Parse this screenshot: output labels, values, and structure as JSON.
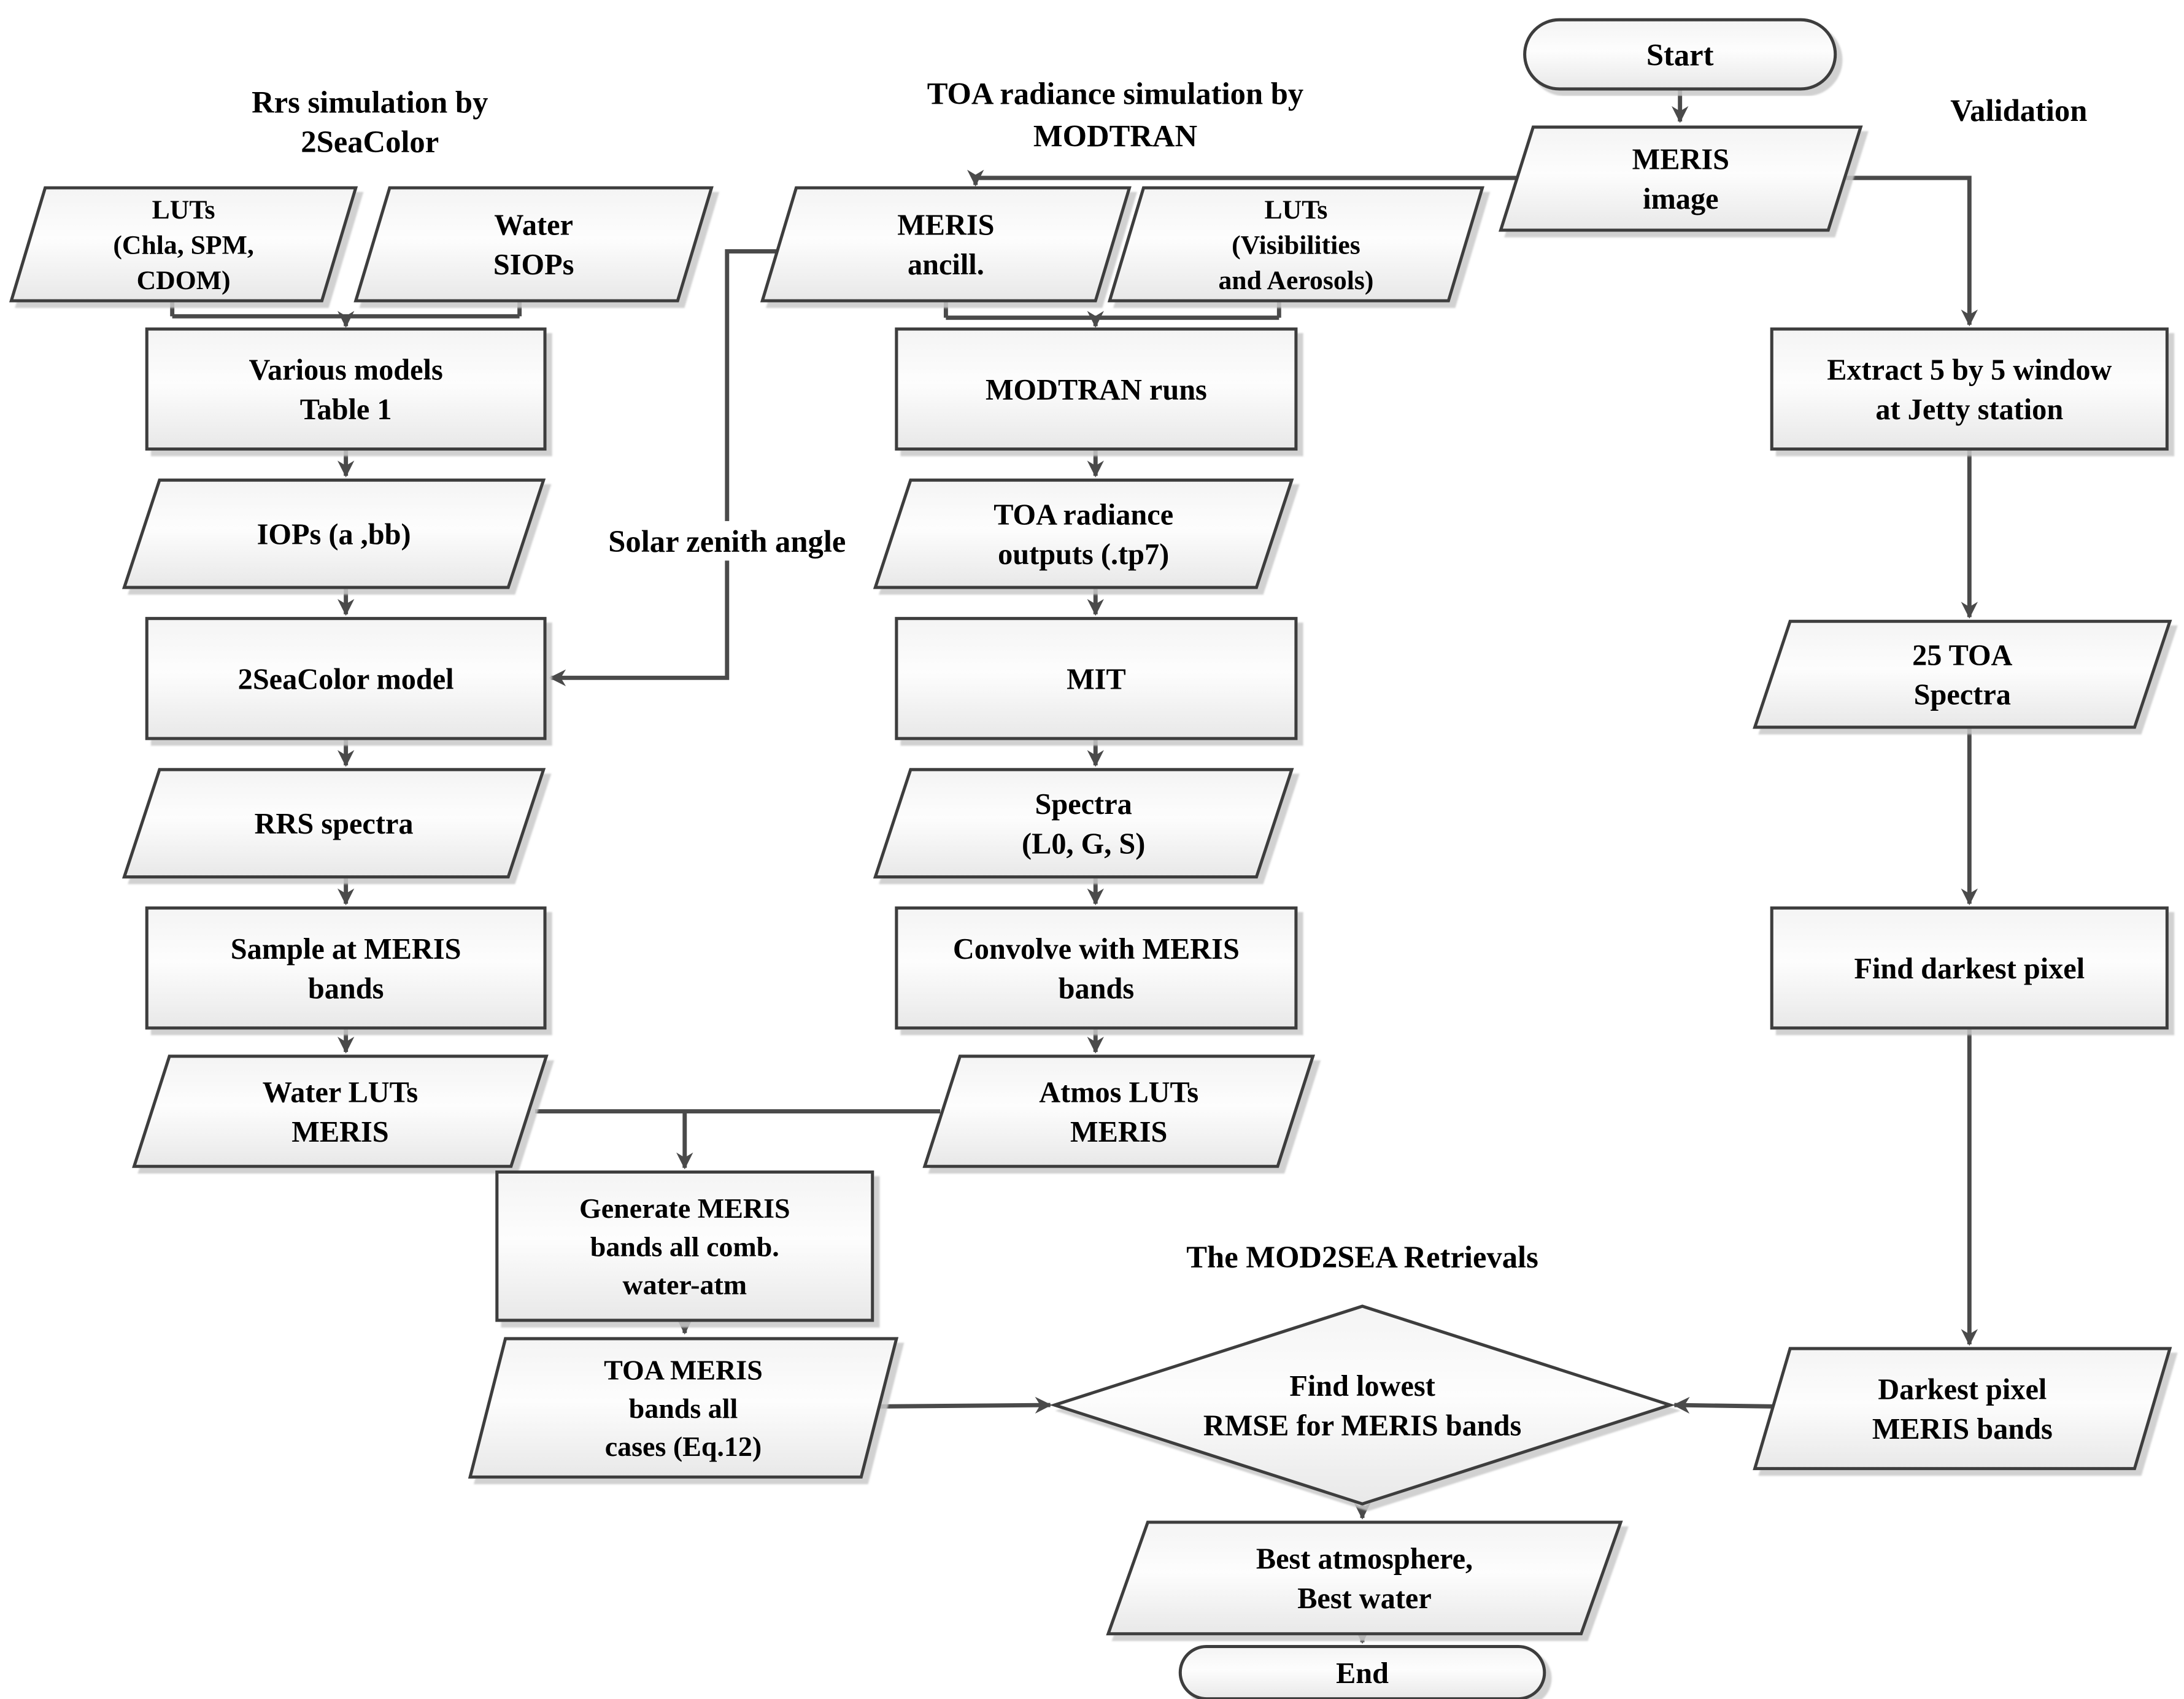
{
  "page": {
    "background": "#ffffff"
  },
  "colors": {
    "shape_fill_top": "#f6f6f6",
    "shape_fill_mid": "#fdfdfd",
    "shape_fill_bottom": "#e8e8e8",
    "shape_stroke": "#3d3d3d",
    "connector": "#4a4a4a",
    "text": "#000000",
    "shadow": "#c9c9c9",
    "background": "#ffffff"
  },
  "figure": {
    "kind": "flowchart",
    "section_titles": [
      {
        "id": "rrs-title",
        "lines": [
          "Rrs simulation by",
          "2SeaColor"
        ]
      },
      {
        "id": "toa-title",
        "lines": [
          "TOA radiance simulation by",
          "MODTRAN"
        ]
      },
      {
        "id": "validation-title",
        "lines": [
          "Validation"
        ]
      },
      {
        "id": "solar-zenith-label",
        "lines": [
          "Solar zenith angle"
        ]
      },
      {
        "id": "mod2sea-title",
        "lines": [
          "The MOD2SEA Retrievals"
        ]
      }
    ],
    "nodes": [
      {
        "id": "start",
        "type": "terminator",
        "lines": [
          "Start"
        ]
      },
      {
        "id": "meris-image",
        "type": "data",
        "lines": [
          "MERIS",
          "image"
        ]
      },
      {
        "id": "luts-chla",
        "type": "data",
        "lines": [
          "LUTs",
          "(Chla, SPM,",
          "CDOM)"
        ]
      },
      {
        "id": "water-siops",
        "type": "data",
        "lines": [
          "Water",
          "SIOPs"
        ]
      },
      {
        "id": "various-models",
        "type": "process",
        "lines": [
          "Various models",
          "Table 1"
        ]
      },
      {
        "id": "iops",
        "type": "data",
        "lines": [
          "IOPs (a ,bb)"
        ]
      },
      {
        "id": "seacolor-model",
        "type": "process",
        "lines": [
          "2SeaColor model"
        ]
      },
      {
        "id": "rrs-spectra",
        "type": "data",
        "lines": [
          "RRS spectra"
        ]
      },
      {
        "id": "sample-meris",
        "type": "process",
        "lines": [
          "Sample at MERIS",
          "bands"
        ]
      },
      {
        "id": "water-luts",
        "type": "data",
        "lines": [
          "Water LUTs",
          "MERIS"
        ]
      },
      {
        "id": "meris-ancill",
        "type": "data",
        "lines": [
          "MERIS",
          "ancill."
        ]
      },
      {
        "id": "luts-vis",
        "type": "data",
        "lines": [
          "LUTs",
          "(Visibilities",
          "and Aerosols)"
        ]
      },
      {
        "id": "modtran-runs",
        "type": "process",
        "lines": [
          "MODTRAN runs"
        ]
      },
      {
        "id": "toa-outputs",
        "type": "data",
        "lines": [
          "TOA radiance",
          "outputs (.tp7)"
        ]
      },
      {
        "id": "mit",
        "type": "process",
        "lines": [
          "MIT"
        ]
      },
      {
        "id": "spectra-l0gs",
        "type": "data",
        "lines": [
          "Spectra",
          "(L0, G, S)"
        ]
      },
      {
        "id": "convolve",
        "type": "process",
        "lines": [
          "Convolve with MERIS",
          "bands"
        ]
      },
      {
        "id": "atmos-luts",
        "type": "data",
        "lines": [
          "Atmos LUTs",
          "MERIS"
        ]
      },
      {
        "id": "extract-window",
        "type": "process",
        "lines": [
          "Extract 5 by 5 window",
          "at Jetty station"
        ]
      },
      {
        "id": "toa-spectra-25",
        "type": "data",
        "lines": [
          "25 TOA",
          "Spectra"
        ]
      },
      {
        "id": "find-darkest",
        "type": "process",
        "lines": [
          "Find darkest pixel"
        ]
      },
      {
        "id": "darkest-pixel",
        "type": "data",
        "lines": [
          "Darkest pixel",
          "MERIS bands"
        ]
      },
      {
        "id": "generate-comb",
        "type": "process",
        "lines": [
          "Generate MERIS",
          "bands all comb.",
          "water-atm"
        ]
      },
      {
        "id": "toa-meris-cases",
        "type": "data",
        "lines": [
          "TOA MERIS",
          "bands all",
          "cases (Eq.12)"
        ]
      },
      {
        "id": "find-lowest-rmse",
        "type": "decision",
        "lines": [
          "Find lowest",
          "RMSE for MERIS bands"
        ]
      },
      {
        "id": "best-atm-water",
        "type": "data",
        "lines": [
          "Best atmosphere,",
          "Best water"
        ]
      },
      {
        "id": "end",
        "type": "terminator",
        "lines": [
          "End"
        ]
      }
    ],
    "edges": [
      {
        "id": "start-to-meris-image",
        "from": "start",
        "to": "meris-image"
      },
      {
        "id": "meris-image-to-meris-ancill",
        "from": "meris-image",
        "to": "meris-ancill"
      },
      {
        "id": "meris-image-to-extract",
        "from": "meris-image",
        "to": "extract-window"
      },
      {
        "id": "solar-zenith-edge",
        "from": "meris-ancill",
        "to": "seacolor-model",
        "label": "solar-zenith-label"
      },
      {
        "id": "inputs-to-various-models",
        "from": "luts-chla, water-siops",
        "to": "various-models"
      },
      {
        "id": "inputs-to-modtran-runs",
        "from": "meris-ancill, luts-vis",
        "to": "modtran-runs"
      },
      {
        "id": "various-to-iops",
        "from": "various-models",
        "to": "iops"
      },
      {
        "id": "iops-to-seacolor",
        "from": "iops",
        "to": "seacolor-model"
      },
      {
        "id": "seacolor-to-rrs",
        "from": "seacolor-model",
        "to": "rrs-spectra"
      },
      {
        "id": "rrs-to-sample",
        "from": "rrs-spectra",
        "to": "sample-meris"
      },
      {
        "id": "sample-to-waterluts",
        "from": "sample-meris",
        "to": "water-luts"
      },
      {
        "id": "modtran-to-toaout",
        "from": "modtran-runs",
        "to": "toa-outputs"
      },
      {
        "id": "toaout-to-mit",
        "from": "toa-outputs",
        "to": "mit"
      },
      {
        "id": "mit-to-spectra",
        "from": "mit",
        "to": "spectra-l0gs"
      },
      {
        "id": "spectra-to-convolve",
        "from": "spectra-l0gs",
        "to": "convolve"
      },
      {
        "id": "convolve-to-atmosluts",
        "from": "convolve",
        "to": "atmos-luts"
      },
      {
        "id": "extract-to-25toa",
        "from": "extract-window",
        "to": "toa-spectra-25"
      },
      {
        "id": "25toa-to-finddarkest",
        "from": "toa-spectra-25",
        "to": "find-darkest"
      },
      {
        "id": "finddarkest-to-darkestpixel",
        "from": "find-darkest",
        "to": "darkest-pixel"
      },
      {
        "id": "luts-to-generate",
        "from": "water-luts, atmos-luts",
        "to": "generate-comb"
      },
      {
        "id": "generate-to-toameris",
        "from": "generate-comb",
        "to": "toa-meris-cases"
      },
      {
        "id": "toameris-to-diamond",
        "from": "toa-meris-cases",
        "to": "find-lowest-rmse"
      },
      {
        "id": "darkestpixel-to-diamond",
        "from": "darkest-pixel",
        "to": "find-lowest-rmse"
      },
      {
        "id": "diamond-to-best",
        "from": "find-lowest-rmse",
        "to": "best-atm-water"
      },
      {
        "id": "best-to-end",
        "from": "best-atm-water",
        "to": "end"
      }
    ]
  }
}
